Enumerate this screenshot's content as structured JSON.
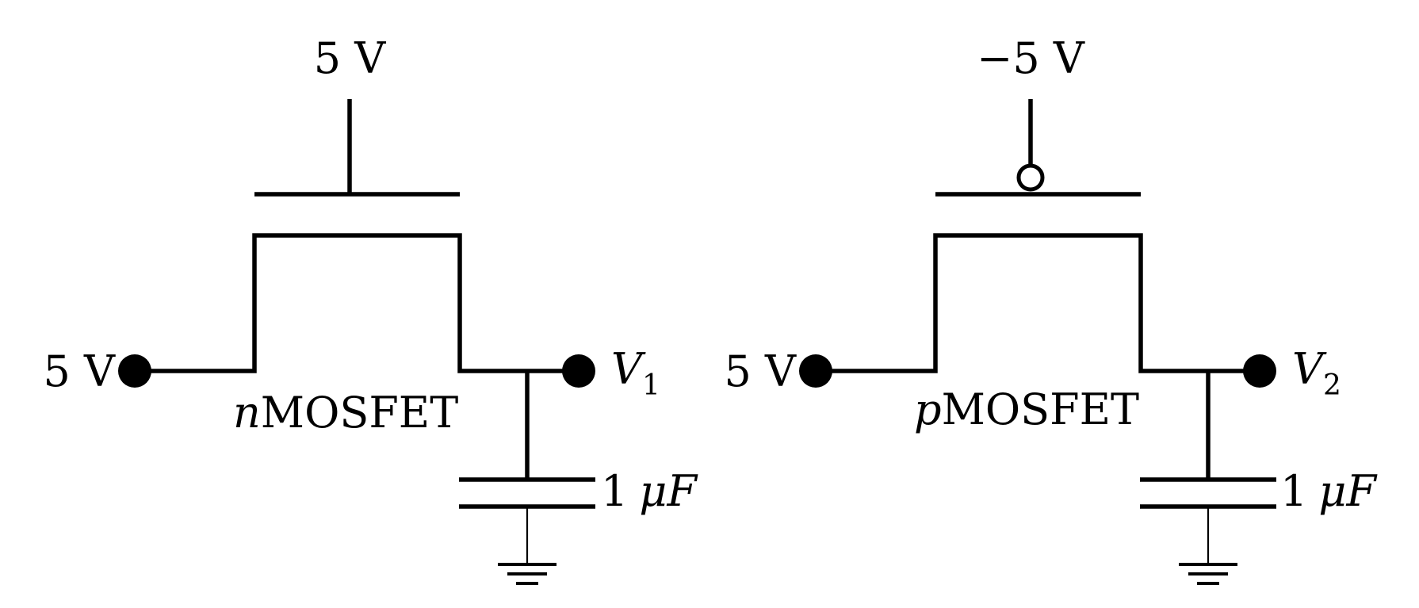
{
  "circuits": [
    {
      "gate_voltage": "5 V",
      "source_voltage": "5 V",
      "output_label": {
        "symbol": "V",
        "subscript": "1"
      },
      "transistor_label": {
        "prefix": "n",
        "suffix": "MOSFET"
      },
      "capacitor_label": {
        "value": "1",
        "unit": "μF"
      },
      "gate_bubble": false
    },
    {
      "gate_voltage": "−5 V",
      "source_voltage": "5 V",
      "output_label": {
        "symbol": "V",
        "subscript": "2"
      },
      "transistor_label": {
        "prefix": "p",
        "suffix": "MOSFET"
      },
      "capacitor_label": {
        "value": "1",
        "unit": "μF"
      },
      "gate_bubble": true
    }
  ]
}
